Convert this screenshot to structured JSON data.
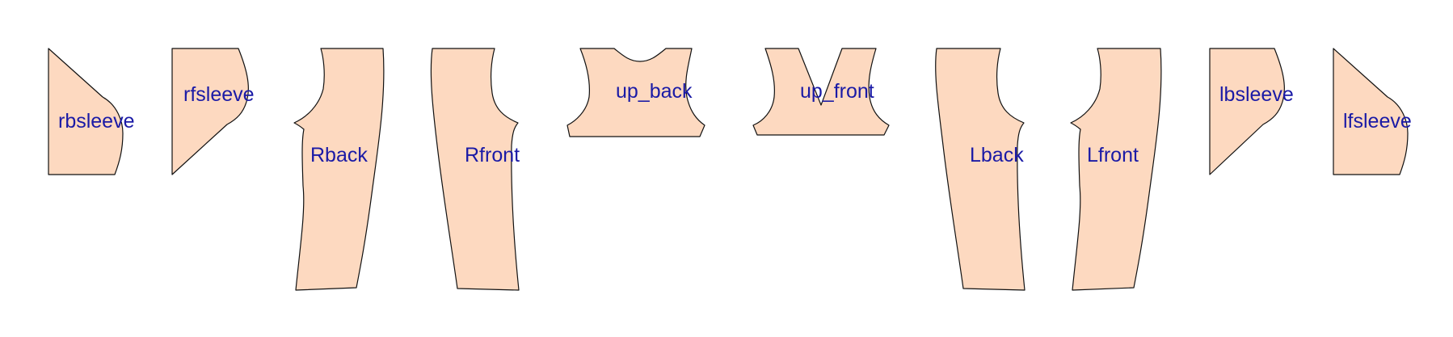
{
  "colors": {
    "piece_fill": "#fdd9c0",
    "piece_stroke": "#111111",
    "label_color": "#1a1aa6",
    "background": "#ffffff"
  },
  "pieces": [
    {
      "id": "rbsleeve",
      "label": "rbsleeve"
    },
    {
      "id": "rfsleeve",
      "label": "rfsleeve"
    },
    {
      "id": "Rback",
      "label": "Rback"
    },
    {
      "id": "Rfront",
      "label": "Rfront"
    },
    {
      "id": "up_back",
      "label": "up_back"
    },
    {
      "id": "up_front",
      "label": "up_front"
    },
    {
      "id": "Lback",
      "label": "Lback"
    },
    {
      "id": "Lfront",
      "label": "Lfront"
    },
    {
      "id": "lbsleeve",
      "label": "lbsleeve"
    },
    {
      "id": "lfsleeve",
      "label": "lfsleeve"
    }
  ]
}
